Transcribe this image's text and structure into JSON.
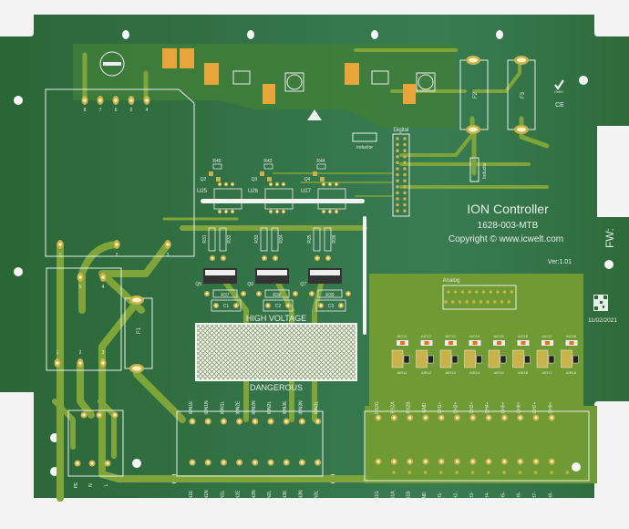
{
  "board": {
    "title": "ION Controller",
    "part_number": "1628-003-MTB",
    "copyright": "Copyright © www.icwelt.com",
    "version": "Ver:1.01",
    "date": "11/02/2021",
    "fw_label": "FW:",
    "colors": {
      "board": "#2e6b3a",
      "copper": "#7ea43a",
      "silk": "#e8efe8",
      "background": "#f3f3f3"
    }
  },
  "markings": {
    "high_voltage": "HIGH VOLTAGE",
    "dangerous": "DANGEROUS",
    "digital": "Digital",
    "analog": "Analog",
    "inductor": "Inductor",
    "rohs": "RoHS",
    "ce": "CE",
    "fuses": [
      "F1",
      "F2",
      "F3"
    ]
  },
  "relay_pins": [
    "8",
    "7",
    "6",
    "5",
    "4"
  ],
  "mains_pins": [
    "1",
    "2",
    "3"
  ],
  "transformer_top": [
    "5",
    "4"
  ],
  "transformer_bottom": [
    "1",
    "2",
    "3"
  ],
  "power_input": [
    "PE",
    "N",
    "L"
  ],
  "drivers": [
    {
      "u": "U25",
      "r": "R40",
      "q": "Q2"
    },
    {
      "u": "U26",
      "r": "R42",
      "q": "Q3"
    },
    {
      "u": "U27",
      "r": "R44",
      "q": "Q4"
    }
  ],
  "triac_stages": [
    {
      "ra": "R31",
      "rb": "R32",
      "q": "Q5",
      "rs": "R37",
      "c": "C1"
    },
    {
      "ra": "R33",
      "rb": "R34",
      "q": "Q6",
      "rs": "R38",
      "c": "C2"
    },
    {
      "ra": "R35",
      "rb": "R36",
      "q": "Q7",
      "rs": "R39",
      "c": "C3"
    }
  ],
  "ion_top_labels": [
    "ION1E",
    "ION1N",
    "ION1L",
    "ION2E",
    "ION2N",
    "ION2L",
    "ION3E",
    "ION3N",
    "ION3L"
  ],
  "ion_bottom_labels": [
    "ION1E",
    "ION1N",
    "ION1L",
    "ION2E",
    "ION2N",
    "ION2L",
    "ION3E",
    "ION3N",
    "ION3L"
  ],
  "analog_top_labels": [
    "RS2G",
    "RS2A",
    "RS2B",
    "GND",
    "CH1+",
    "CH2+",
    "CH3+",
    "CH4+",
    "CH5+",
    "CH6+",
    "CH7+",
    "CH8+"
  ],
  "analog_bottom_labels": [
    "RS1G",
    "RS1A",
    "RS1B",
    "GND",
    "CH1-",
    "CH2-",
    "CH3-",
    "CH4-",
    "CH5-",
    "CH6-",
    "CH7-",
    "CH8-"
  ],
  "aic_labels": [
    "AIC11",
    "AIC12",
    "AIC13",
    "AIC14",
    "AIC15",
    "AIC16",
    "AIC17",
    "AIC18"
  ],
  "air_labels": [
    "AIR11",
    "AIR12",
    "AIR13",
    "AIR14",
    "AIR15",
    "AIR16",
    "AIR17",
    "AIR18"
  ]
}
